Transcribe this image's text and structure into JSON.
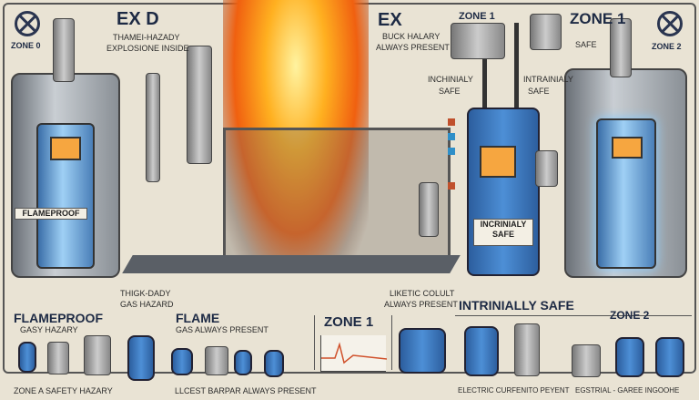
{
  "header": {
    "zone0_label": "ZONE 0",
    "exd_title": "EX D",
    "exd_line1": "THAMEI-HAZADY",
    "exd_line2": "EXPLOSIONE INSIDE",
    "ex_title": "EX",
    "ex_line1": "BUCK HALARY",
    "ex_line2": "ALWAYS PRESENT",
    "zone1_small": "ZONE 1",
    "zone1_big": "ZONE 1",
    "safe_label": "SAFE",
    "zone2_label": "ZONE 2"
  },
  "middle": {
    "left_device_label": "FLAMEPROOF",
    "inchinialy_1": "INCHINIALY",
    "inchinialy_2": "SAFE",
    "intrainialy_1": "INTRAINIALY",
    "intrainialy_2": "SAFE",
    "blue_device_label_1": "INCRINIALY",
    "blue_device_label_2": "SAFE",
    "thigk_1": "THIGK-DADY",
    "thigk_2": "GAS HAZARD",
    "liketic_1": "LIKETIC COLULT",
    "liketic_2": "ALWAYS PRESENT"
  },
  "bottom": {
    "flameproof_title": "FLAMEPROOF",
    "flameproof_sub": "GASY HAZARY",
    "flame_title": "FLAME",
    "flame_sub": "GAS ALWAYS PRESENT",
    "zone1_title": "ZONE 1",
    "intrinsic_title": "INTRINIALLY SAFE",
    "zone2_title": "ZONE 2",
    "caption1": "ZONE A SAFETY HAZARY",
    "caption2": "LLCEST BARPAR ALWAYS PRESENT",
    "caption3": "ELECTRIC CURFENITO PEYENT",
    "caption4": "EGSTRIAL - GAREE INGOOHE"
  },
  "colors": {
    "background": "#e9e3d4",
    "flame": "#f7931e",
    "device_blue": "#3f7fc8",
    "text_navy": "#1d2a44"
  }
}
